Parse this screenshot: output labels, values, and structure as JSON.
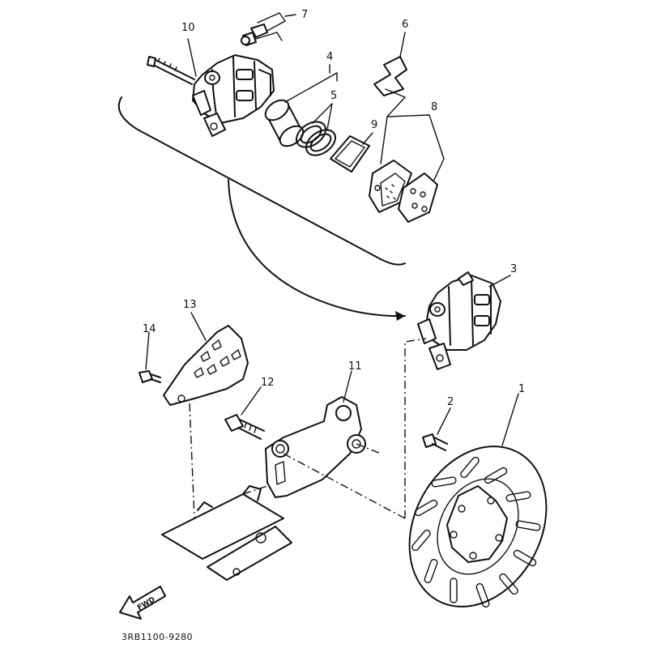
{
  "callouts": {
    "p1": "1",
    "p2": "2",
    "p3": "3",
    "p4": "4",
    "p5": "5",
    "p6": "6",
    "p7": "7",
    "p8": "8",
    "p9": "9",
    "p10": "10",
    "p11": "11",
    "p12": "12",
    "p13": "13",
    "p14": "14"
  },
  "fwd_label": "FWD",
  "diagram_code": "3RB1100-9280"
}
